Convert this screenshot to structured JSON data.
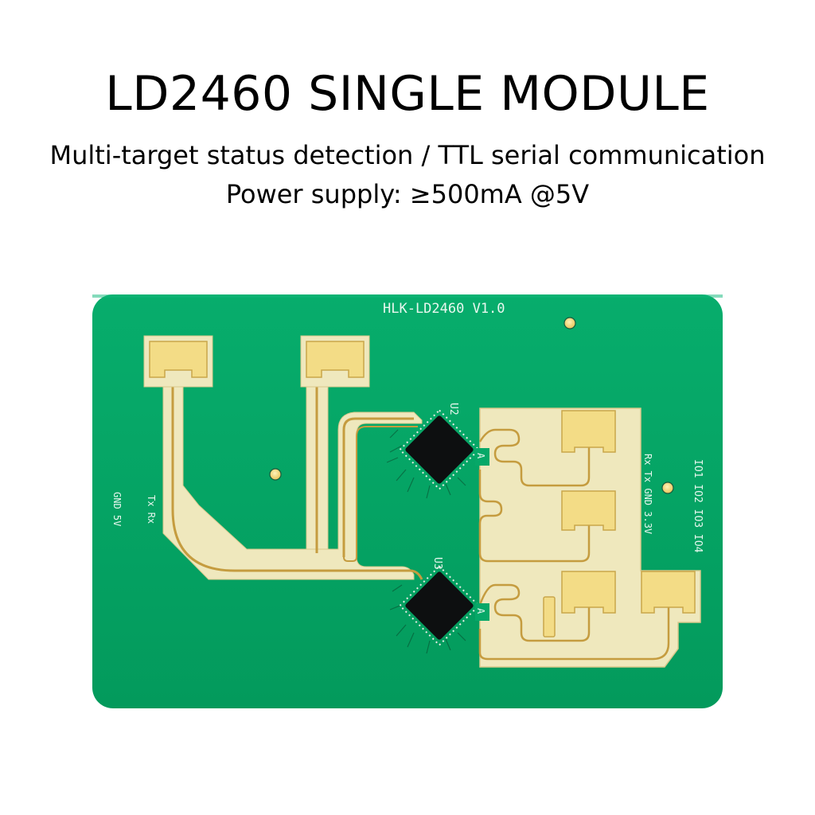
{
  "header": {
    "title": "LD2460 SINGLE MODULE",
    "subtitle_line1": "Multi-target status detection / TTL serial communication",
    "subtitle_line2": "Power supply: ≥500mA @5V"
  },
  "board": {
    "label": "HLK-LD2460 V1.0",
    "left_pins": {
      "col1": "GND 5V",
      "col2": "Tx Rx"
    },
    "right_pins": {
      "col1": "Rx Tx GND 3.3V",
      "col2": "IO1 IO2 IO3 IO4"
    },
    "chips": [
      {
        "ref": "U2"
      },
      {
        "ref": "U3"
      }
    ],
    "colors": {
      "pcb_green": "#06a868",
      "pcb_green_dark": "#04965b",
      "gold_pad": "#f3dc86",
      "gold_edge": "#c9a64a",
      "copper_area": "#efe8bd",
      "chip_black": "#0d0f10",
      "silkscreen": "#e8f7ef"
    }
  }
}
